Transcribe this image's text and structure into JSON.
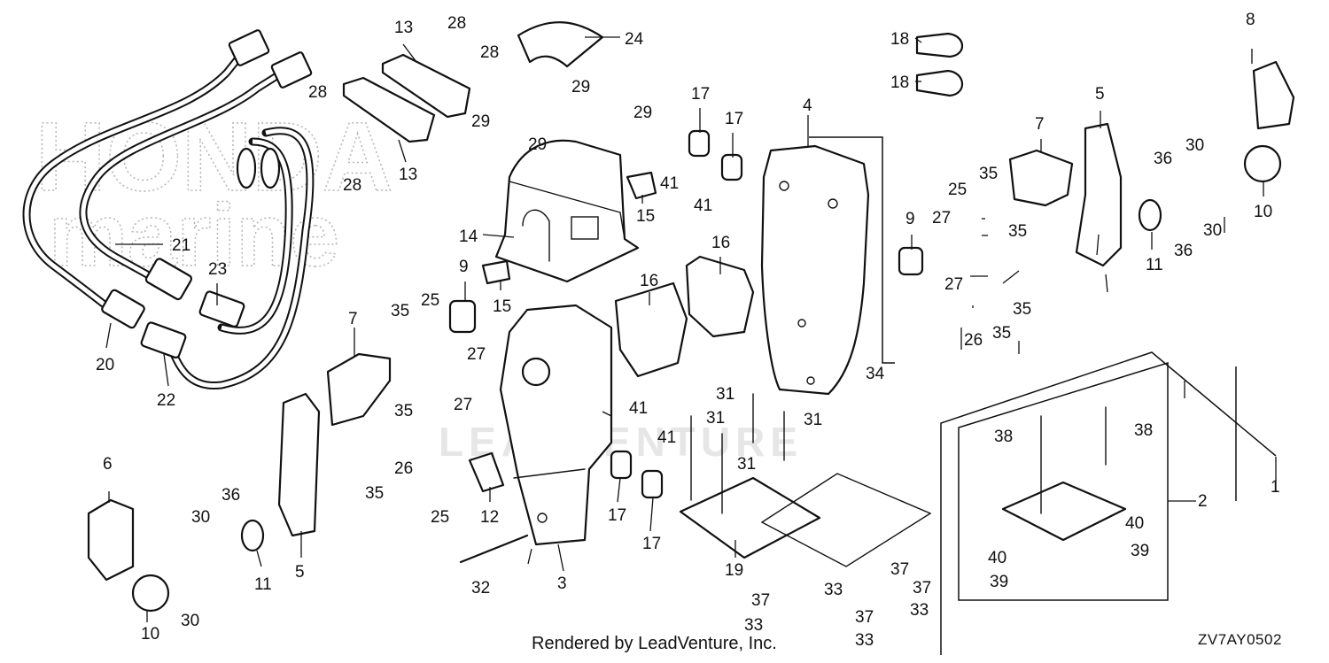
{
  "watermark_text": "LEADVENTURE",
  "brand_watermark_line1": "HONDA",
  "brand_watermark_line2": "marine",
  "credit_text": "Rendered by LeadVenture, Inc.",
  "diagram_code": "ZV7AY0502",
  "callouts": [
    "1",
    "2",
    "3",
    "4",
    "5",
    "5",
    "6",
    "7",
    "7",
    "8",
    "9",
    "9",
    "10",
    "10",
    "11",
    "11",
    "12",
    "13",
    "13",
    "14",
    "15",
    "15",
    "16",
    "16",
    "17",
    "17",
    "17",
    "17",
    "18",
    "18",
    "19",
    "20",
    "21",
    "22",
    "23",
    "24",
    "25",
    "25",
    "25",
    "26",
    "26",
    "27",
    "27",
    "27",
    "27",
    "28",
    "28",
    "28",
    "28",
    "29",
    "29",
    "29",
    "29",
    "30",
    "30",
    "30",
    "30",
    "31",
    "31",
    "31",
    "31",
    "32",
    "33",
    "33",
    "33",
    "33",
    "34",
    "35",
    "35",
    "35",
    "35",
    "35",
    "35",
    "35",
    "36",
    "36",
    "36",
    "37",
    "37",
    "37",
    "37",
    "38",
    "38",
    "39",
    "39",
    "40",
    "40",
    "41",
    "41",
    "41",
    "41"
  ]
}
